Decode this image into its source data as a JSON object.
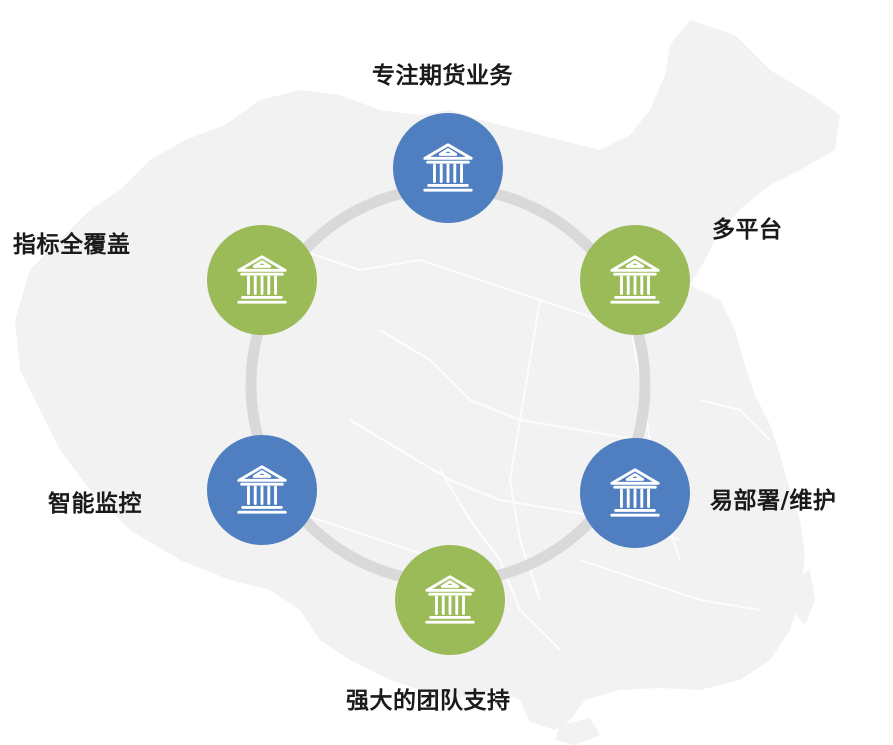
{
  "colors": {
    "blue": "#4f7fc0",
    "green": "#9bbb59",
    "ring": "#d9d9d9",
    "map": "#f2f2f2"
  },
  "nodes": [
    {
      "id": "futures",
      "label": "专注期货业务",
      "color": "blue",
      "icon": "bank-icon"
    },
    {
      "id": "multi-platform",
      "label": "多平台",
      "color": "green",
      "icon": "bank-icon"
    },
    {
      "id": "easy-deploy",
      "label": "易部署/维护",
      "color": "blue",
      "icon": "bank-icon"
    },
    {
      "id": "team-support",
      "label": "强大的团队支持",
      "color": "green",
      "icon": "bank-icon"
    },
    {
      "id": "smart-monitor",
      "label": "智能监控",
      "color": "blue",
      "icon": "bank-icon"
    },
    {
      "id": "full-coverage",
      "label": "指标全覆盖",
      "color": "green",
      "icon": "bank-icon"
    }
  ]
}
